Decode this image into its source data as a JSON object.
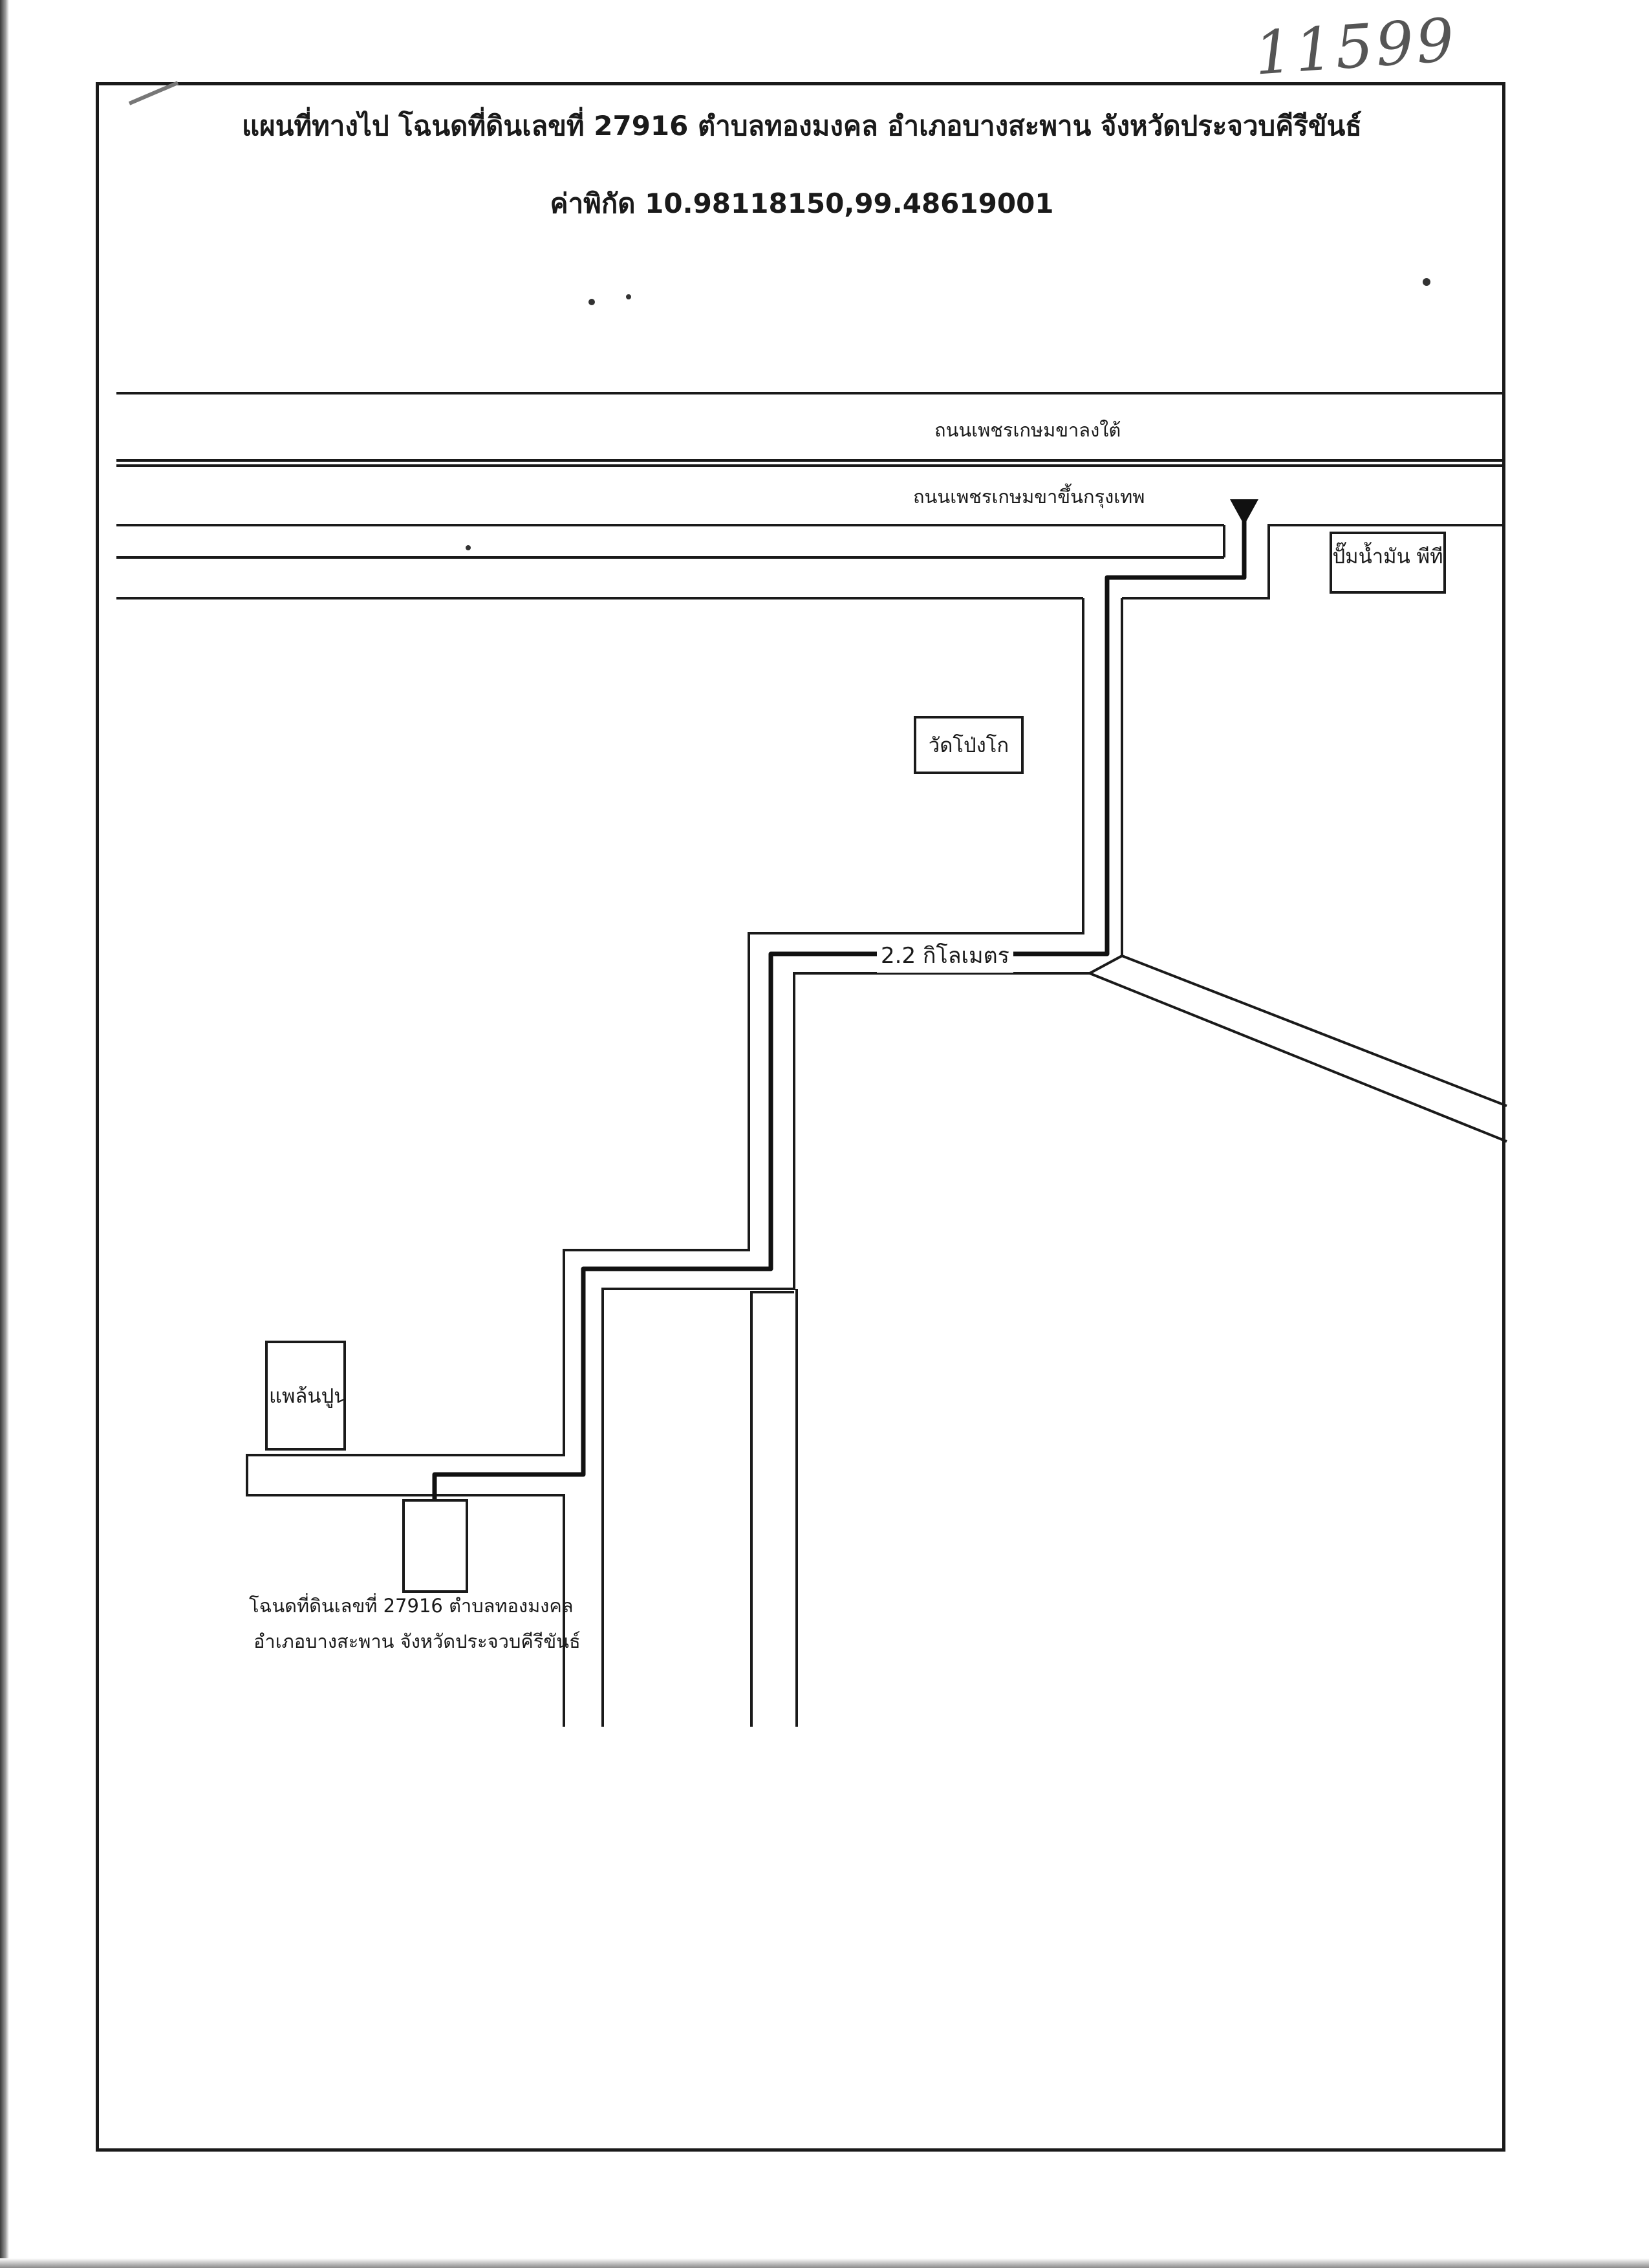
{
  "page_number": "11599",
  "title": "แผนที่ทางไป โฉนดที่ดินเลขที่ 27916 ตำบลทองมงคล อำเภอบางสะพาน จังหวัดประจวบคีรีขันธ์",
  "coordinates": "ค่าพิกัด 10.98118150,99.48619001",
  "roads": {
    "southbound": "ถนนเพชรเกษมขาลงใต้",
    "northbound": "ถนนเพชรเกษมขาขึ้นกรุงเทพ"
  },
  "distance": "2.2 กิโลเมตร",
  "landmarks": {
    "gas_station": "ปั๊มน้ำมัน พีที",
    "temple": "วัดโป่งโก",
    "cement_shop": "แพล้นปูน"
  },
  "parcel": {
    "line1": "โฉนดที่ดินเลขที่ 27916 ตำบลทองมงคล",
    "line2": "อำเภอบางสะพาน จังหวัดประจวบคีรีขันธ์"
  },
  "colors": {
    "ink": "#1a1a1a",
    "paper": "#ffffff",
    "pencil": "#555555"
  }
}
